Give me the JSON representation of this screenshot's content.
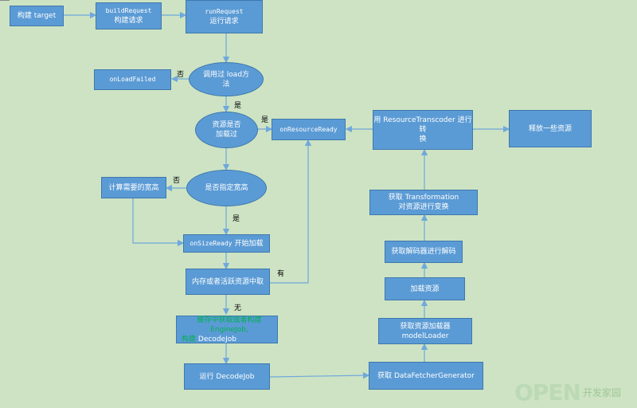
{
  "nodes": {
    "build_target": "构建 target",
    "build_request_a": "buildRequest",
    "build_request_b": "构建请求",
    "run_request_a": "runRequest",
    "run_request_b": "运行请求",
    "onloadfailed": "onLoadFailed",
    "called_load_a": "调用过 load方",
    "called_load_b": "法",
    "loaded_before_a": "资源是否",
    "loaded_before_b": "加载过",
    "onresourceready": "onResourceReady",
    "transcode_a": "用 ResourceTranscoder 进行转",
    "transcode_b": "换",
    "release": "释放一些资源",
    "calc_size": "计算需要的宽高",
    "size_specified": "是否指定宽高",
    "get_transform_a": "获取 Transformation",
    "get_transform_b": "对资源进行变换",
    "onsizeready_a": "onSizeReady",
    "onsizeready_b": "开始加载",
    "get_decoder": "获取解码器进行解码",
    "memory_cache": "内存或者活跃资源中取",
    "load_resource": "加载资源",
    "engine_job_a1": "缓存中获取或者构建",
    "engine_job_a2": "EngineJob,",
    "engine_job_b1": "构建",
    "engine_job_b2": "DecodeJob",
    "get_loader_a": "获取资源加载器",
    "get_loader_b": "modelLoader",
    "run_decodejob": "运行 DecodeJob",
    "fetcher_generator": "获取 DataFetcherGenerator"
  },
  "edge_labels": {
    "no_failed": "否",
    "yes_called": "是",
    "yes_loaded": "是",
    "no_size": "否",
    "yes_size": "是",
    "has_cache": "有",
    "no_cache": "无"
  },
  "watermark": {
    "open": "OPEN",
    "cn": "开发家园"
  },
  "colors": {
    "background": "#cde3c3",
    "node_fill": "#5b9bd5",
    "node_border": "#3f78ad",
    "edge": "#6fa8dc",
    "highlight_text": "#00b050"
  }
}
